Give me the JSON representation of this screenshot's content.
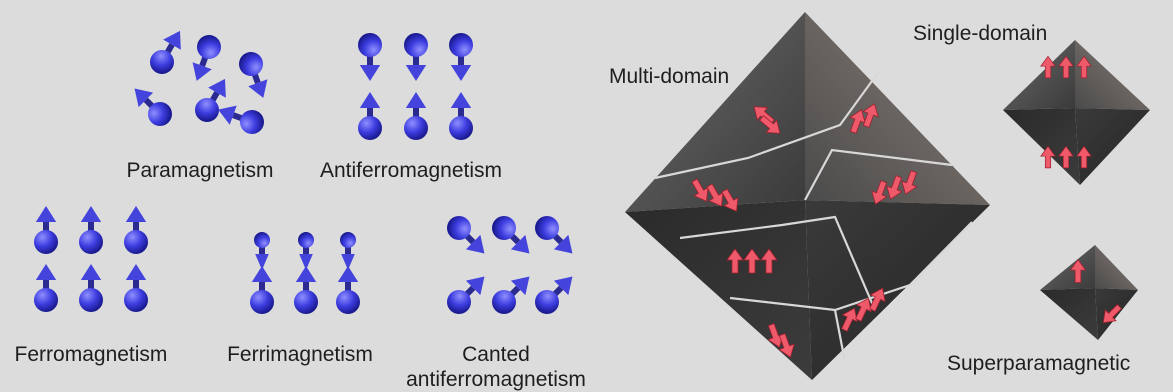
{
  "labels": {
    "paramagnetism": "Paramagnetism",
    "antiferromagnetism": "Antiferromagnetism",
    "ferromagnetism": "Ferromagnetism",
    "ferrimagnetism": "Ferrimagnetism",
    "canted_line1": "Canted",
    "canted_line2": "antiferromagnetism",
    "multi_domain": "Multi-domain",
    "single_domain": "Single-domain",
    "superparamagnetic": "Superparamagnetic"
  },
  "colors": {
    "background": "#dcdcdc",
    "spin_ball": "#3d3de0",
    "spin_arrow": "#4444dd",
    "domain_arrow": "#ef5a6a",
    "crystal_dark": "#2c2c2c",
    "crystal_light": "#5c5c5c",
    "domain_boundary": "#d8d8d8"
  },
  "icons": {
    "spin": "ball-and-arrow-spin-icon",
    "domain_moment": "red-arrow-icon",
    "crystal": "octahedron-icon"
  }
}
